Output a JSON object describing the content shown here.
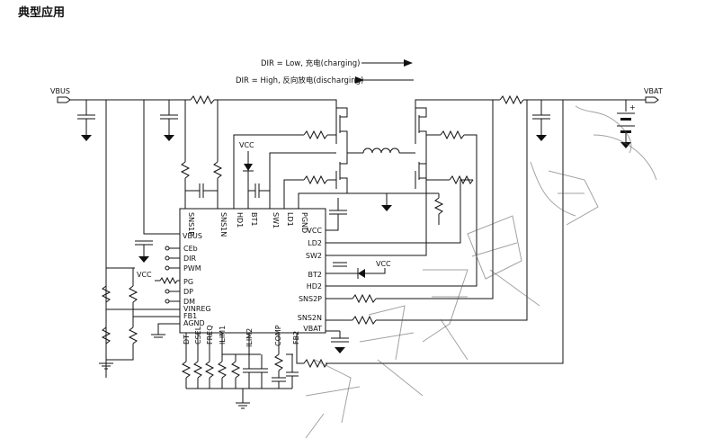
{
  "page": {
    "title": "典型应用"
  },
  "direction": {
    "charging": "DIR = Low, 充电(charging)",
    "discharging": "DIR = High, 反向放电(discharging)"
  },
  "rails": {
    "vbus": "VBUS",
    "vbat": "VBAT"
  },
  "supply": {
    "vcc": "VCC"
  },
  "ic": {
    "pins_top": [
      "SNS1P",
      "SNS1N",
      "HD1",
      "BT1",
      "SW1",
      "LD1",
      "PGND"
    ],
    "pins_left": [
      "VBUS",
      "CEb",
      "DIR",
      "PWM",
      "PG",
      "DP",
      "DM",
      "VINREG",
      "FB1",
      "AGND"
    ],
    "pins_right": [
      "VCC",
      "LD2",
      "SW2",
      "BT2",
      "HD2",
      "SNS2P",
      "SNS2N",
      "VBAT"
    ],
    "pins_bottom": [
      "DT",
      "CSEL",
      "FREQ",
      "ILIM1",
      "ILIM2",
      "COMP",
      "FB2"
    ]
  },
  "colors": {
    "ink": "#111111",
    "watermark": "#555555"
  }
}
